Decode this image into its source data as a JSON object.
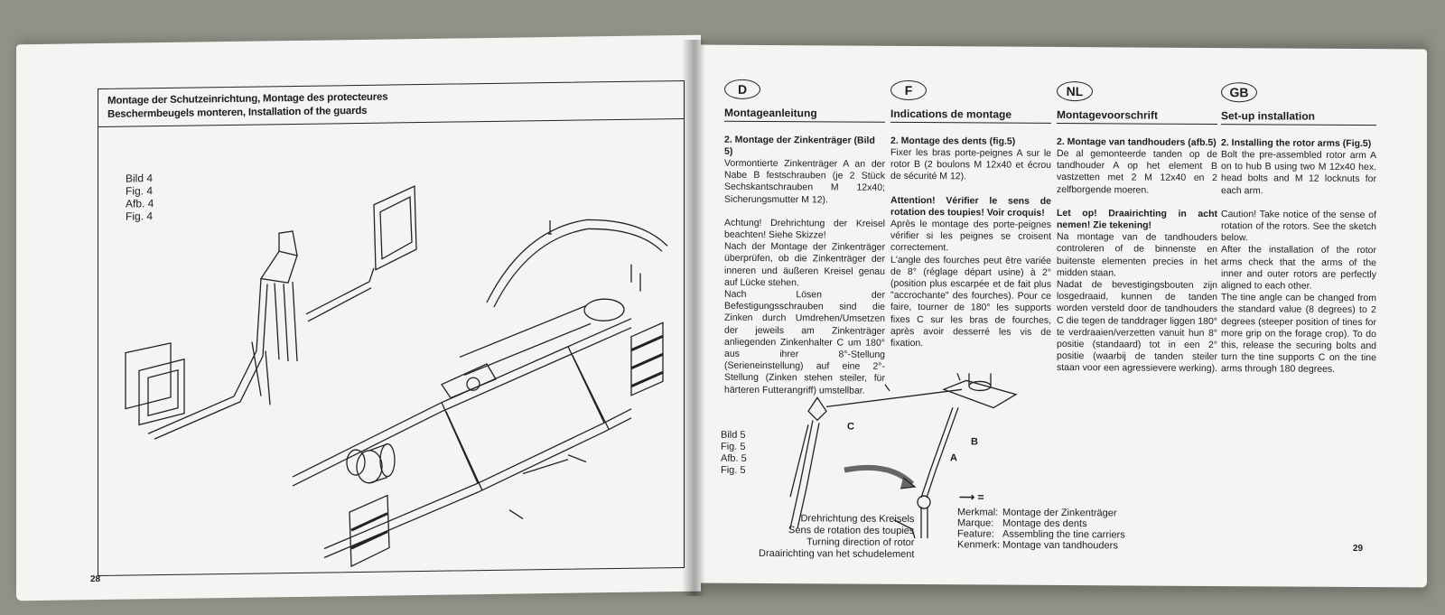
{
  "left_page": {
    "header_lines": [
      "Montage der Schutzeinrichtung, Montage des protecteures",
      "Beschermbeugels monteren, Installation of the guards"
    ],
    "figure_ref": [
      "Bild  4",
      "Fig.  4",
      "Afb.  4",
      "Fig.  4"
    ],
    "page_number": "28"
  },
  "right_page": {
    "page_number": "29",
    "columns": [
      {
        "badge": "D",
        "title": "Montageanleitung",
        "subtitle": "2. Montage der Zinkenträger (Bild 5)",
        "paragraphs": [
          "Vormontierte Zinkenträger A an der Nabe B festschrauben (je 2 Stück Sechskantschrauben M 12x40; Sicherungsmutter M 12).",
          "Achtung! Drehrichtung der Kreisel beachten! Siehe Skizze!",
          "Nach der Montage der Zinkenträger überprüfen, ob die Zinkenträger der inneren und äußeren Kreisel genau auf Lücke stehen.",
          "Nach Lösen der Befestigungsschrauben sind die Zinken durch Umdrehen/Umsetzen der jeweils am Zinkenträger anliegenden Zinkenhalter C um 180° aus ihrer 8°-Stellung (Serieneinstellung) auf eine 2°-Stellung (Zinken stehen steiler, für härteren Futterangriff) umstellbar."
        ]
      },
      {
        "badge": "F",
        "title": "Indications de montage",
        "subtitle": "2. Montage des dents (fig.5)",
        "paragraphs": [
          "Fixer les bras porte-peignes A sur le rotor B (2 boulons M 12x40 et écrou de sécurité M 12).",
          "Attention! Vérifier le sens de rotation des toupies! Voir croquis!",
          "Après le montage des porte-peignes vérifier si les peignes se croisent correctement.",
          "L'angle des fourches peut être variée de 8° (réglage départ usine) à 2° (position plus escarpée et de fait plus \"accrochante\" des fourches). Pour ce faire, tourner de 180° les supports fixes C sur les bras de fourches, après avoir desserré les vis de fixation."
        ]
      },
      {
        "badge": "NL",
        "title": "Montagevoorschrift",
        "subtitle": "2. Montage van tandhouders (afb.5)",
        "paragraphs": [
          "De al gemonteerde tanden op de tandhouder A op het element B vastzetten met 2 M 12x40 en 2 zelfborgende moeren.",
          "Let op! Draairichting in acht nemen! Zie tekening!",
          "Na montage van de tandhouders controleren of de binnenste en buitenste elementen precies in het midden staan.",
          "Nadat de bevestigingsbouten zijn losgedraaid, kunnen de tanden worden versteld door de tandhouders C die tegen de tanddrager liggen 180° te verdraaien/verzetten vanuit hun 8° positie (standaard) tot in een 2° positie (waarbij de tanden steiler staan voor een agressievere werking)."
        ]
      },
      {
        "badge": "GB",
        "title": "Set-up installation",
        "subtitle": "2. Installing the rotor arms (Fig.5)",
        "paragraphs": [
          "Bolt the pre-assembled rotor arm A on to hub B using two M 12x40 hex. head bolts and M 12 locknuts for each arm.",
          "Caution! Take notice of the sense of rotation of the rotors. See the sketch below.",
          "After the installation of the rotor arms check that the arms of the inner and outer rotors are perfectly aligned to each other.",
          "The tine angle can be changed from the standard value (8 degrees) to 2 degrees (steeper position of tines for more grip on the forage crop). To do this, release the securing bolts and turn the tine supports C on the tine arms through 180 degrees."
        ]
      }
    ],
    "sketch": {
      "figure_ref": [
        "Bild  5",
        "Fig.  5",
        "Afb.  5",
        "Fig.  5"
      ],
      "label_a": "A",
      "label_b": "B",
      "label_c": "C",
      "rotation_labels": [
        "Drehrichtung des Kreisels",
        "Sens de rotation des toupies",
        "Turning direction of rotor",
        "Draairichting van het schudelement"
      ],
      "legend_symbol": "=",
      "legend": [
        {
          "key": "Merkmal:",
          "value": "Montage der Zinkenträger"
        },
        {
          "key": "Marque:",
          "value": "Montage des dents"
        },
        {
          "key": "Feature:",
          "value": "Assembling the tine carriers"
        },
        {
          "key": "Kenmerk:",
          "value": "Montage van tandhouders"
        }
      ]
    }
  }
}
